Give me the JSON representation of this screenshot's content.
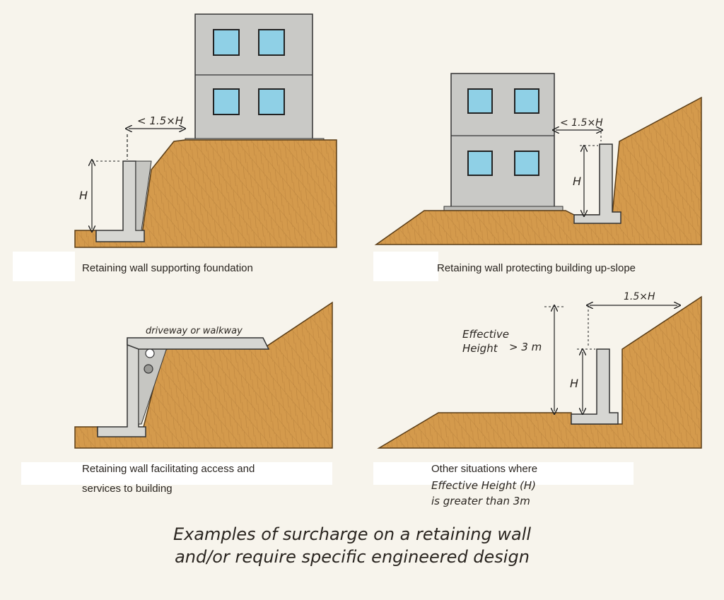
{
  "panels": {
    "p1": {
      "caption": "Retaining wall supporting foundation",
      "dim_label": "< 1.5×H",
      "height_label": "H"
    },
    "p2": {
      "caption": "Retaining wall protecting building up-slope",
      "dim_label": "< 1.5×H",
      "height_label": "H"
    },
    "p3": {
      "caption_line1": "Retaining wall facilitating access and",
      "caption_line2": "services to building",
      "surface_label": "driveway or walkway"
    },
    "p4": {
      "caption_line1": "Other situations where",
      "caption_line2": "Effective Height (H)",
      "caption_line3": "is greater than 3m",
      "dim_label": "1.5×H",
      "effective_line1": "Effective",
      "effective_line2": "Height",
      "threshold_label": "> 3 m",
      "height_label": "H"
    }
  },
  "title": {
    "line1": "Examples of surcharge on a retaining wall",
    "line2": "and/or require specific engineered design"
  },
  "colors": {
    "soil": "#d49a4c",
    "concrete": "#d6d6d2",
    "window": "#8fd0e6",
    "building": "#c9c9c6",
    "background": "#f7f4ec"
  }
}
